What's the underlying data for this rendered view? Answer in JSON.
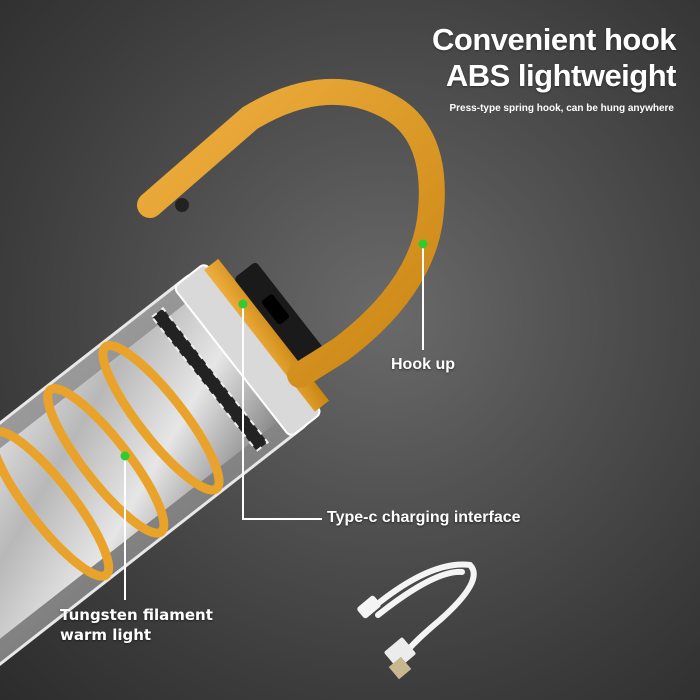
{
  "headline": {
    "line1": "Convenient hook",
    "line2": "ABS lightweight",
    "subtitle": "Press-type spring hook, can be hung anywhere"
  },
  "callouts": [
    {
      "id": "hook",
      "label": "Hook up",
      "dot_color": "#2ecc2e"
    },
    {
      "id": "typec",
      "label": "Type-c charging interface",
      "dot_color": "#2ecc2e"
    },
    {
      "id": "tungsten",
      "label_line1": "Tungsten filament",
      "label_line2": "warm light",
      "dot_color": "#2ecc2e"
    }
  ],
  "product": {
    "accent_color": "#e09a22",
    "accessory": "usb-type-c-cable"
  }
}
